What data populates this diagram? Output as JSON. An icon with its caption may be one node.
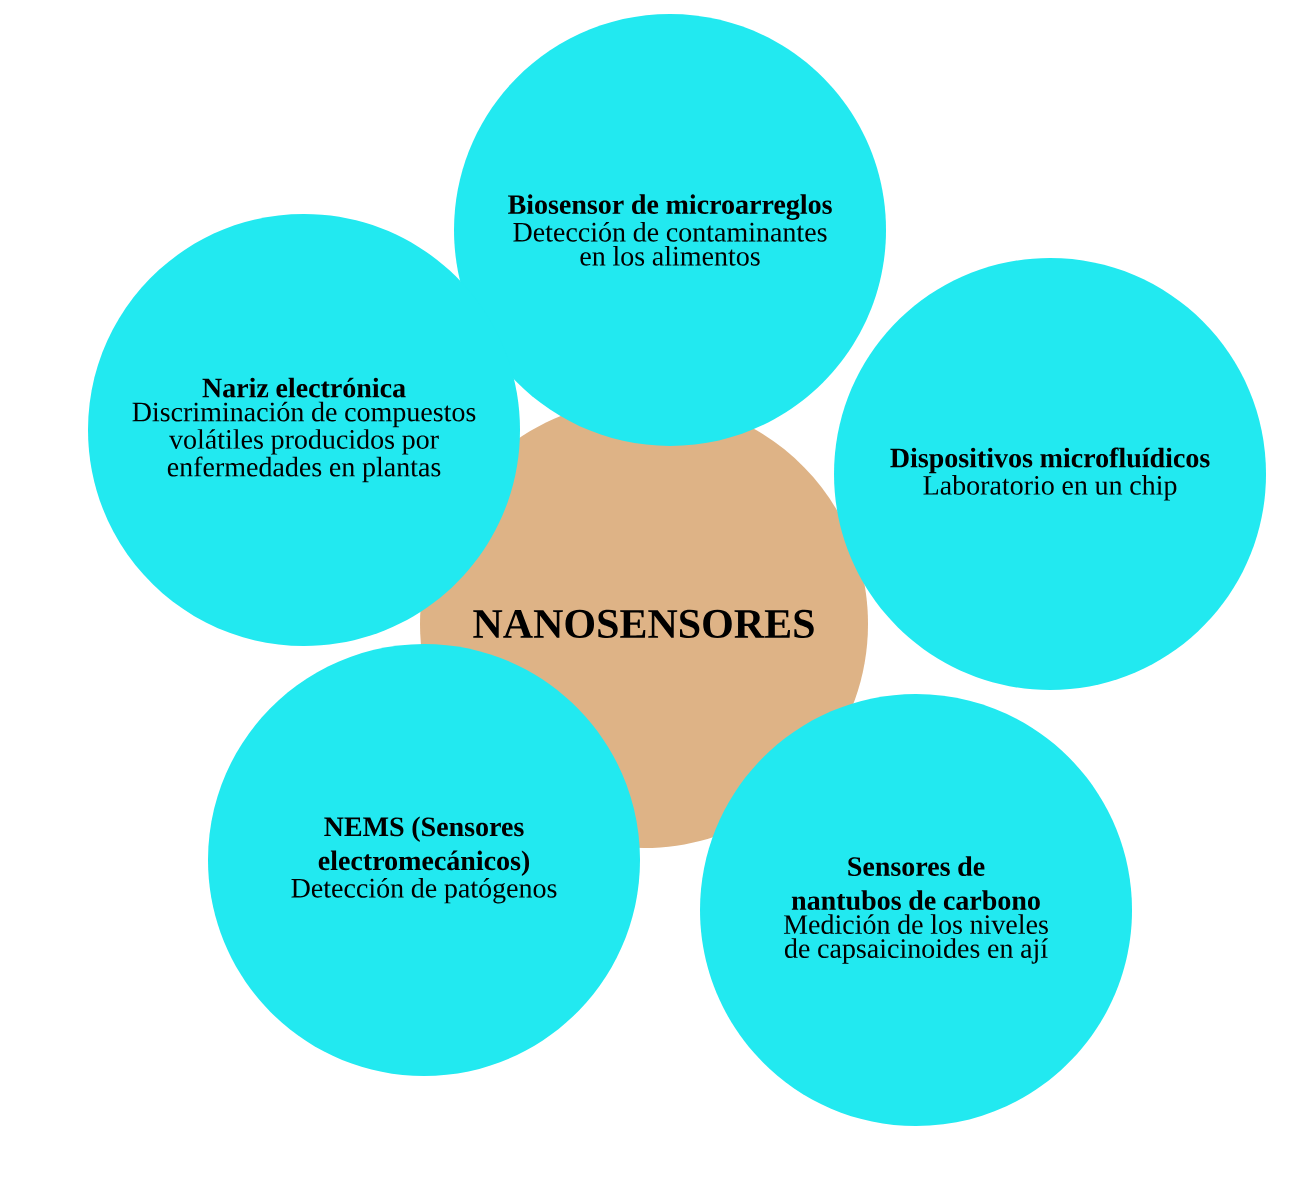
{
  "diagram": {
    "nodes": [
      {
        "text": [
          "NANOSENSORES"
        ]
      },
      {
        "text": [
          "Biosensor de microarreglos",
          "Detección de contaminantes en los alimentos"
        ]
      },
      {
        "text": [
          "Nariz electrónica",
          "Discriminación de compuestos volátiles producidos por enfermedades en plantas"
        ]
      },
      {
        "text": [
          "Dispositivos microfluídicos",
          "Laboratorio en un chip"
        ]
      },
      {
        "text": [
          "NEMS (Sensores electromecánicos)",
          "Detección de patógenos"
        ]
      },
      {
        "text": [
          "Sensores de nantubos de carbono",
          "Medición de los niveles de capsaicinoides en ají"
        ]
      }
    ]
  }
}
